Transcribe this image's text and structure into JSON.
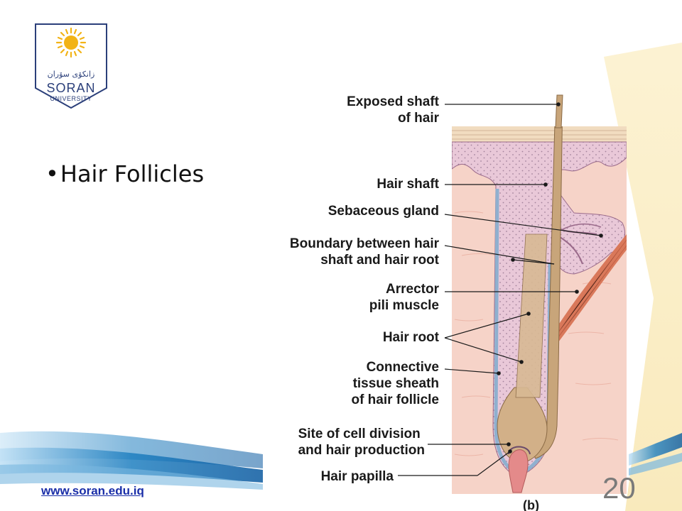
{
  "logo": {
    "arabic_text": "زانكۆی سۆران",
    "name": "SORAN",
    "subtitle": "UNIVERSITY"
  },
  "bullet": {
    "marker": "•",
    "text": "Hair Follicles"
  },
  "footer": {
    "url": "www.soran.edu.iq",
    "page_number": "20"
  },
  "diagram": {
    "sublabel": "(b)",
    "labels": [
      {
        "id": "exposed-shaft",
        "lines": [
          "Exposed shaft",
          "of hair"
        ]
      },
      {
        "id": "hair-shaft",
        "lines": [
          "Hair shaft"
        ]
      },
      {
        "id": "sebaceous-gland",
        "lines": [
          "Sebaceous gland"
        ]
      },
      {
        "id": "boundary",
        "lines": [
          "Boundary between hair",
          "shaft and hair root"
        ]
      },
      {
        "id": "arrector",
        "lines": [
          "Arrector",
          "pili muscle"
        ]
      },
      {
        "id": "hair-root",
        "lines": [
          "Hair root"
        ]
      },
      {
        "id": "connective",
        "lines": [
          "Connective",
          "tissue sheath",
          "of hair follicle"
        ]
      },
      {
        "id": "cell-division",
        "lines": [
          "Site of cell division",
          "and hair production"
        ]
      },
      {
        "id": "papilla",
        "lines": [
          "Hair papilla"
        ]
      }
    ]
  },
  "colors": {
    "skin": "#f6d3c8",
    "epidermis": "#e9c8d8",
    "hair": "#c8a57a",
    "sheath": "#b9c8d8",
    "muscle": "#d9785a",
    "swoosh": "#1f7fc0",
    "brand": "#2b3f7a"
  }
}
